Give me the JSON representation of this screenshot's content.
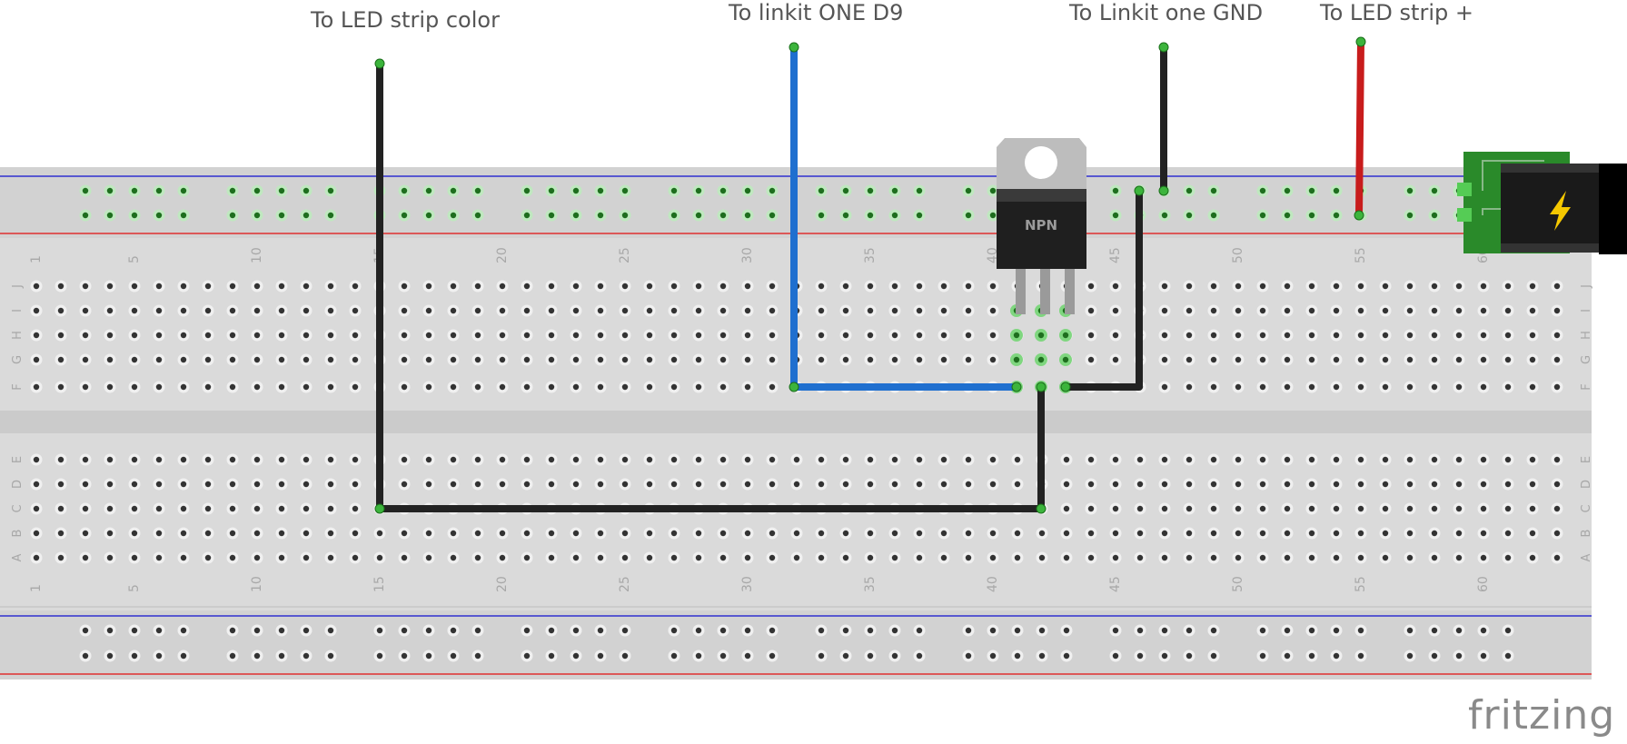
{
  "labels": {
    "led_color": "To LED strip color",
    "linkit_d9": "To linkit ONE D9",
    "linkit_gnd": "To Linkit one GND",
    "led_plus": "To LED strip +"
  },
  "transistor": {
    "text": "NPN"
  },
  "logo": {
    "text": "fritzing"
  },
  "column_numbers": [
    "1",
    "5",
    "10",
    "15",
    "20",
    "25",
    "30",
    "35",
    "40",
    "45",
    "50",
    "55",
    "60"
  ],
  "row_letters_top": [
    "J",
    "I",
    "H",
    "G",
    "F"
  ],
  "row_letters_bottom": [
    "E",
    "D",
    "C",
    "B",
    "A"
  ],
  "colors": {
    "wire_black": "#222222",
    "wire_blue": "#1f6fcf",
    "wire_red": "#c81c1c",
    "rail_red": "#e03030",
    "rail_blue": "#3030d0",
    "breadboard": "#dadada",
    "highlight_green": "#33cc33"
  },
  "icons": {
    "power_jack": "lightning-bolt-icon"
  }
}
